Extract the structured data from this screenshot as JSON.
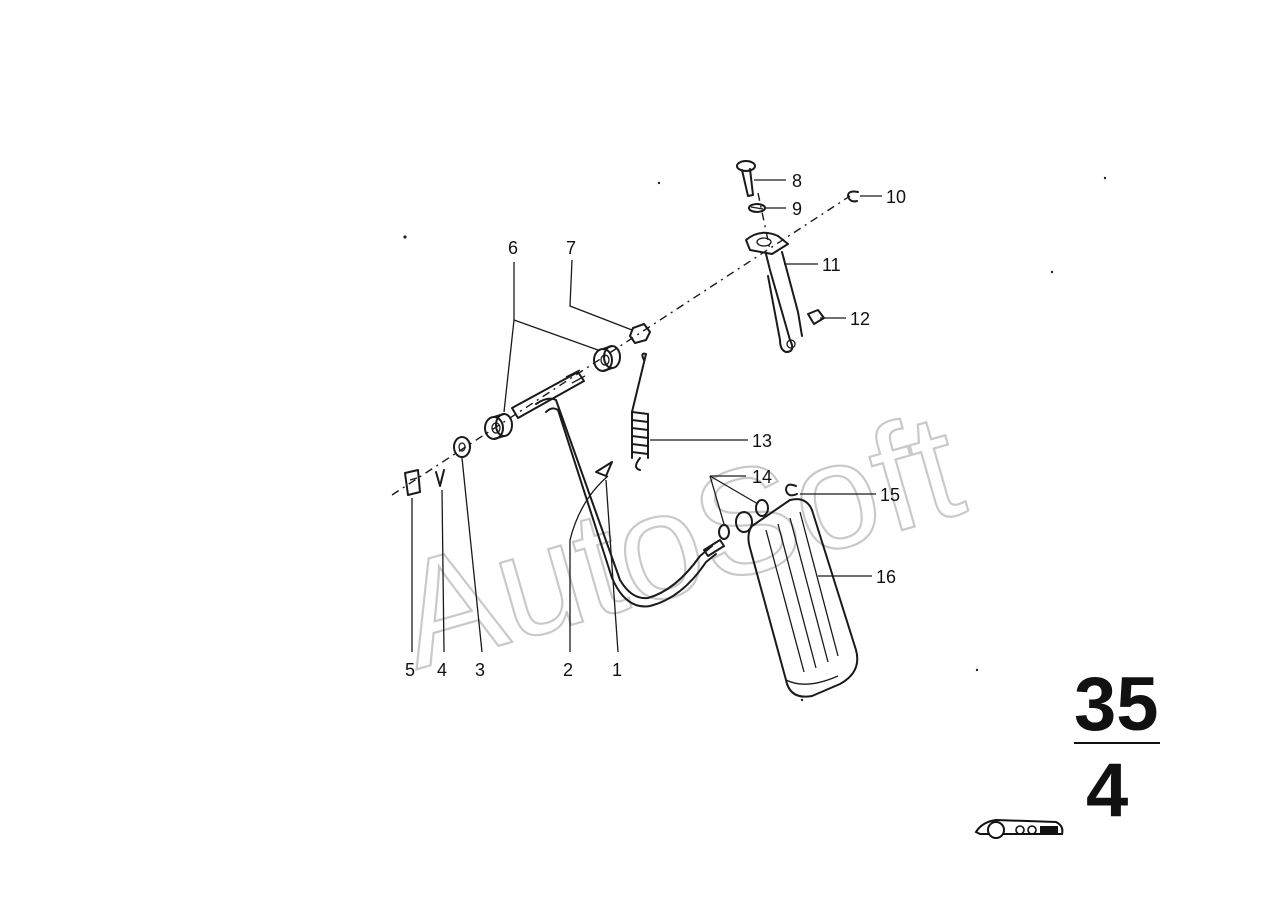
{
  "diagram": {
    "part_labels": [
      "1",
      "2",
      "3",
      "4",
      "5",
      "6",
      "7",
      "8",
      "9",
      "10",
      "11",
      "12",
      "13",
      "14",
      "15",
      "16"
    ],
    "group_number": "35",
    "sub_number": "4",
    "watermark": "AutoSoft"
  }
}
